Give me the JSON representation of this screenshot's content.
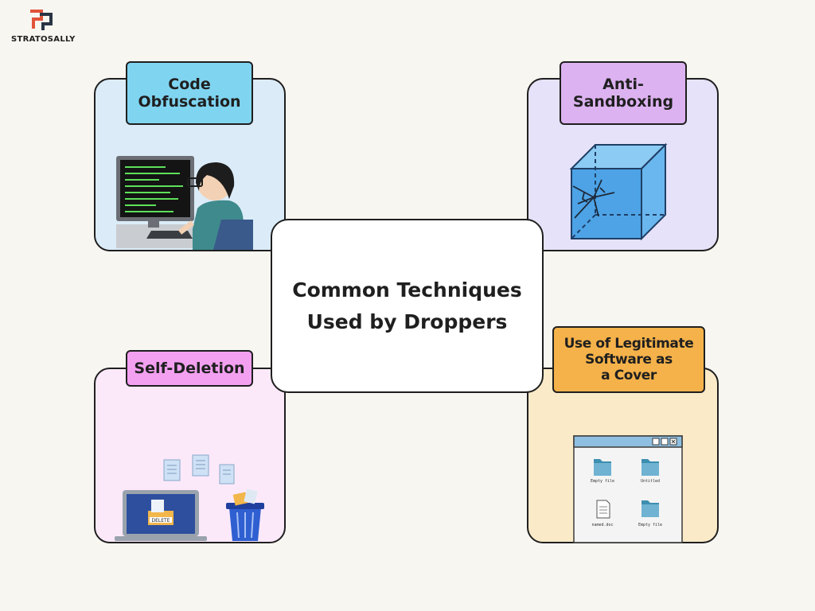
{
  "brand": {
    "name": "STRATOSALLY",
    "colors": {
      "red": "#e2533a",
      "navy": "#2a3544"
    }
  },
  "center_topic": "Common Techniques\nUsed by Droppers",
  "techniques": [
    {
      "label": "Code\nObfuscation",
      "icon": "coder-at-computer-icon",
      "accent": "#7fd4f0"
    },
    {
      "label": "Anti-\nSandboxing",
      "icon": "broken-glass-cube-icon",
      "accent": "#dcb2f0"
    },
    {
      "label": "Self-Deletion",
      "icon": "laptop-delete-files-icon",
      "accent": "#f3a0f0"
    },
    {
      "label": "Use of Legitimate\nSoftware as\na Cover",
      "icon": "file-explorer-window-icon",
      "accent": "#f5b24a"
    }
  ],
  "illustrations": {
    "delete_stamp": "DELETE",
    "explorer_files": [
      "Empty file",
      "Untitled",
      "named.doc",
      "Empty file"
    ]
  }
}
